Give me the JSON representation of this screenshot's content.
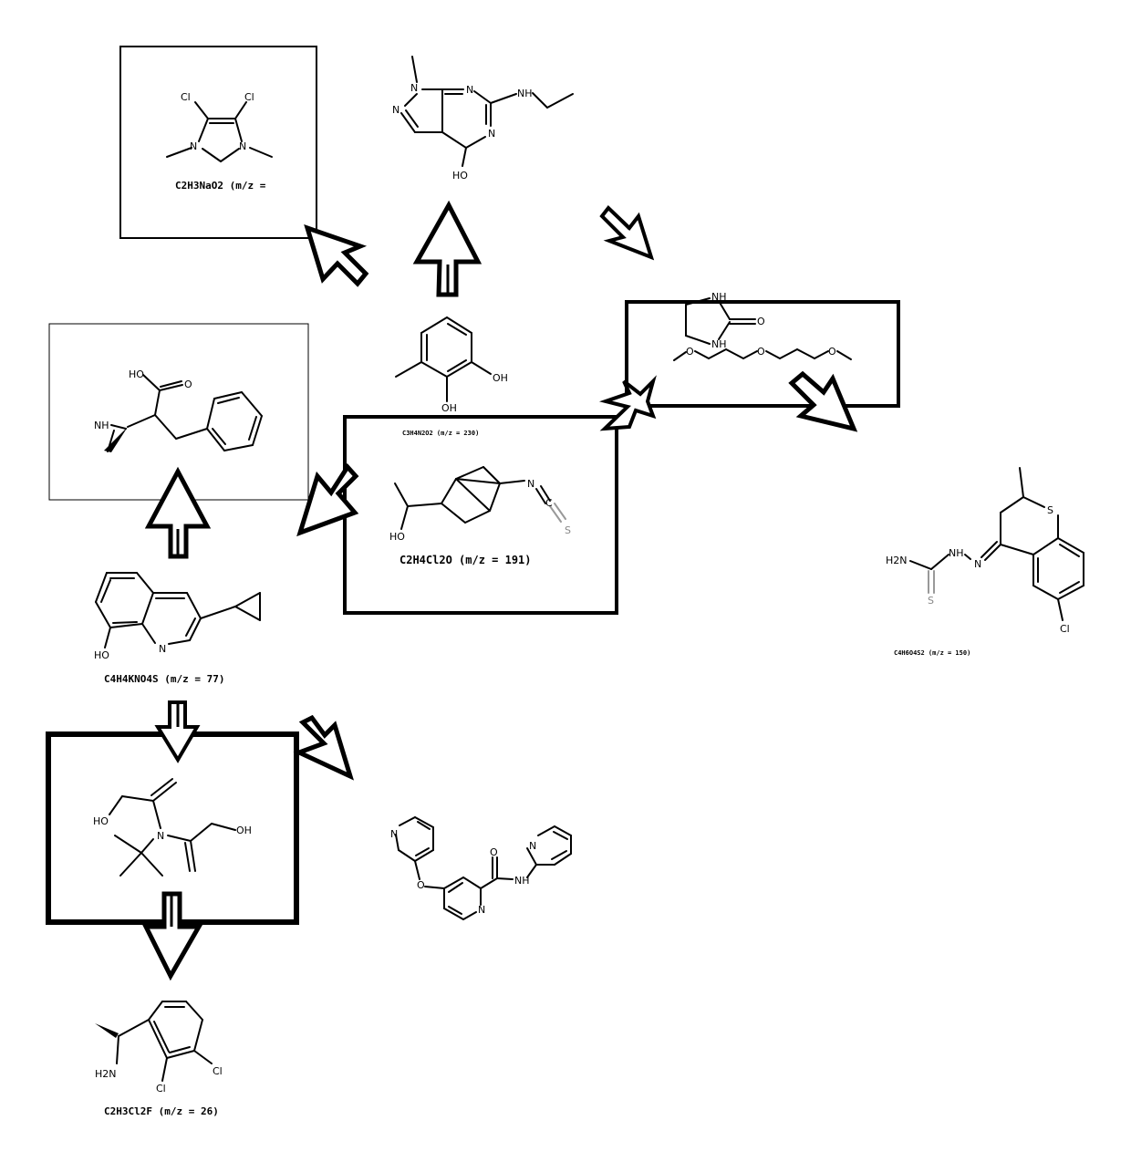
{
  "compounds": {
    "dichloroimidazole": {
      "caption": "C2H3NaO2 (m/z =",
      "atoms": [
        "Cl",
        "Cl",
        "N",
        "N"
      ]
    },
    "pyrazolopyrimidine": {
      "caption": "",
      "atoms": [
        "N",
        "N",
        "N",
        "N",
        "NH",
        "HO"
      ]
    },
    "imidazolidinone_polyether": {
      "caption": "",
      "atoms": [
        "NH",
        "O",
        "NH",
        "O",
        "O",
        "O"
      ]
    },
    "aziridine_acid": {
      "caption": "",
      "atoms": [
        "HO",
        "O",
        "NH"
      ]
    },
    "methylcatechol": {
      "caption": "C3H4N2O2 (m/z = 230)",
      "atoms": [
        "OH",
        "OH"
      ]
    },
    "norbornane_isothiocyanate": {
      "caption": "C2H4Cl2O (m/z = 191)",
      "atoms": [
        "HO",
        "N",
        "C",
        "S"
      ]
    },
    "thiochroman_thiosemicarbazone": {
      "caption": "C4H6O4S2 (m/z = 150)",
      "atoms": [
        "S",
        "H2N",
        "NH",
        "N",
        "S",
        "Cl"
      ]
    },
    "cyclopropylquinolinol": {
      "caption": "C4H4KNO4S (m/z = 77)",
      "atoms": [
        "HO",
        "N"
      ]
    },
    "tbutyl_diene_amine": {
      "caption": "",
      "atoms": [
        "HO",
        "N",
        "OH"
      ]
    },
    "pyridyloxy_picolinamide": {
      "caption": "",
      "atoms": [
        "N",
        "O",
        "O",
        "NH",
        "N",
        "N"
      ]
    },
    "dichlorophenyl_ethylamine": {
      "caption": "C2H3Cl2F (m/z = 26)",
      "atoms": [
        "H2N",
        "Cl",
        "Cl"
      ]
    }
  }
}
